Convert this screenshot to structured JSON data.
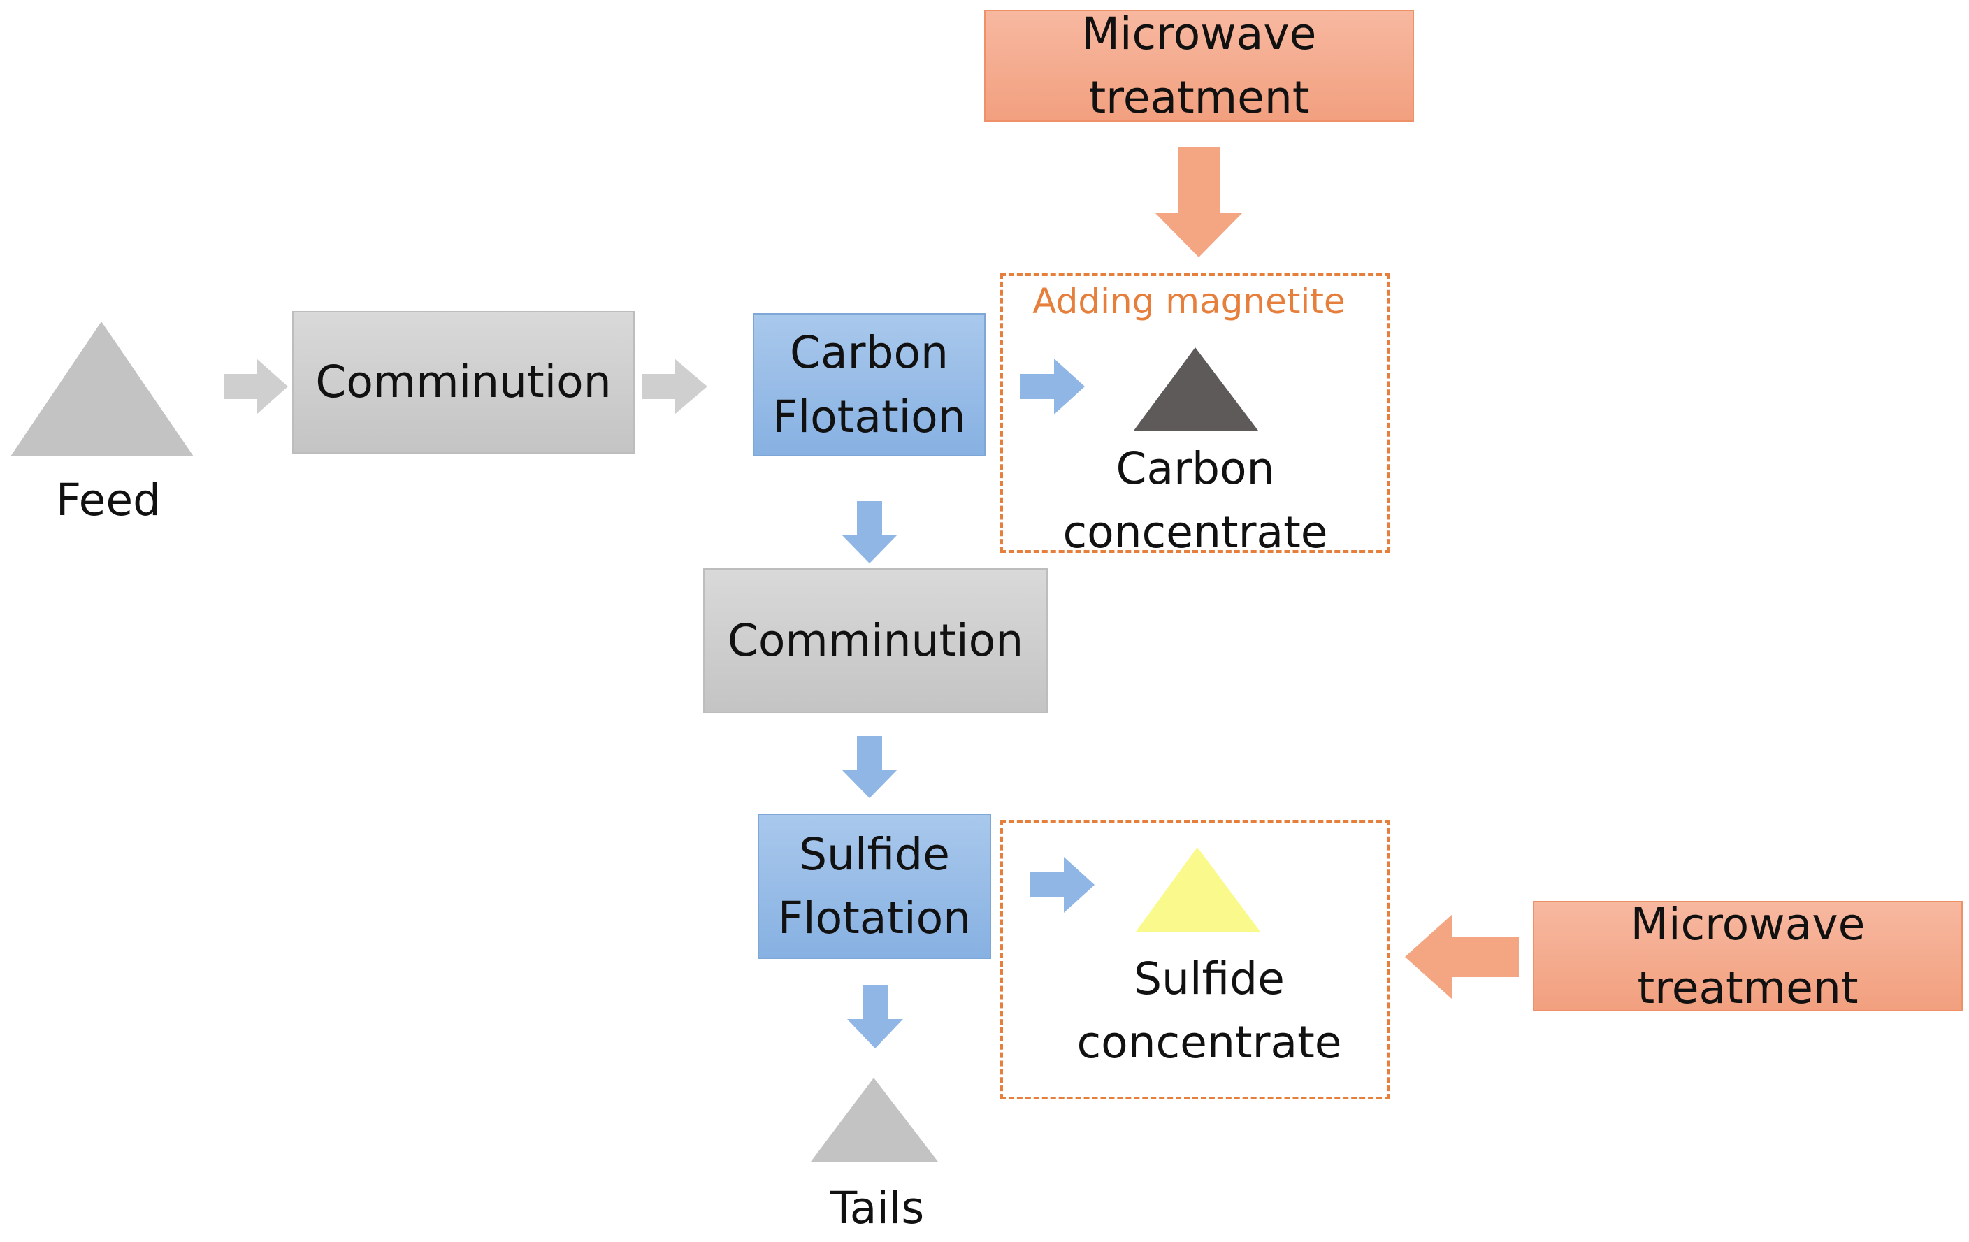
{
  "nodes": {
    "microwave_top": {
      "line1": "Microwave",
      "line2": "treatment"
    },
    "comminution_1": "Comminution",
    "carbon_flotation": {
      "line1": "Carbon",
      "line2": "Flotation"
    },
    "comminution_2": "Comminution",
    "sulfide_flotation": {
      "line1": "Sulfide",
      "line2": "Flotation"
    },
    "microwave_right": {
      "line1": "Microwave",
      "line2": "treatment"
    }
  },
  "labels": {
    "feed": "Feed",
    "adding_magnetite": "Adding magnetite",
    "carbon_concentrate": {
      "line1": "Carbon",
      "line2": "concentrate"
    },
    "sulfide_concentrate": {
      "line1": "Sulfide",
      "line2": "concentrate"
    },
    "tails": "Tails"
  },
  "colors": {
    "grey_process": "#c8c8c8",
    "blue_process": "#8fb6e5",
    "orange_treatment": "#f4a582",
    "dashed_border": "#e67f3c",
    "carbon_triangle": "#5f5a5a",
    "sulfide_triangle": "#fafa8c",
    "grey_triangle": "#c3c3c3",
    "blue_arrow": "#8fb6e5",
    "grey_arrow": "#cfcfcf",
    "orange_arrow": "#f4a582",
    "magnetite_text": "#e67f3c"
  }
}
